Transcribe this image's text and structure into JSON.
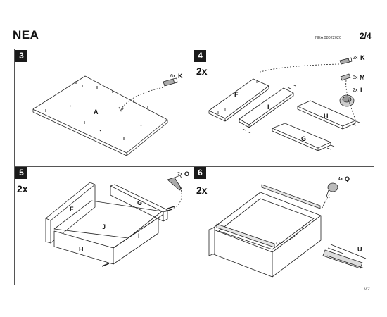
{
  "header": {
    "brand": "NEA",
    "doc_ref": "NEA 08022020",
    "page": "2/4"
  },
  "steps": [
    {
      "number": "3",
      "multiplier": "",
      "part_labels": [
        "A"
      ],
      "hardware": [
        {
          "qty": "6x",
          "code": "K"
        }
      ]
    },
    {
      "number": "4",
      "multiplier": "2x",
      "part_labels": [
        "F",
        "I",
        "H",
        "G"
      ],
      "hardware": [
        {
          "qty": "2x",
          "code": "K"
        },
        {
          "qty": "8x",
          "code": "M"
        },
        {
          "qty": "2x",
          "code": "L"
        }
      ]
    },
    {
      "number": "5",
      "multiplier": "2x",
      "part_labels": [
        "F",
        "G",
        "J",
        "I",
        "H"
      ],
      "hardware": [
        {
          "qty": "2x",
          "code": "O"
        }
      ]
    },
    {
      "number": "6",
      "multiplier": "2x",
      "part_labels": [
        "U"
      ],
      "hardware": [
        {
          "qty": "4x",
          "code": "Q"
        }
      ]
    }
  ],
  "footer": {
    "version": "v.2"
  }
}
